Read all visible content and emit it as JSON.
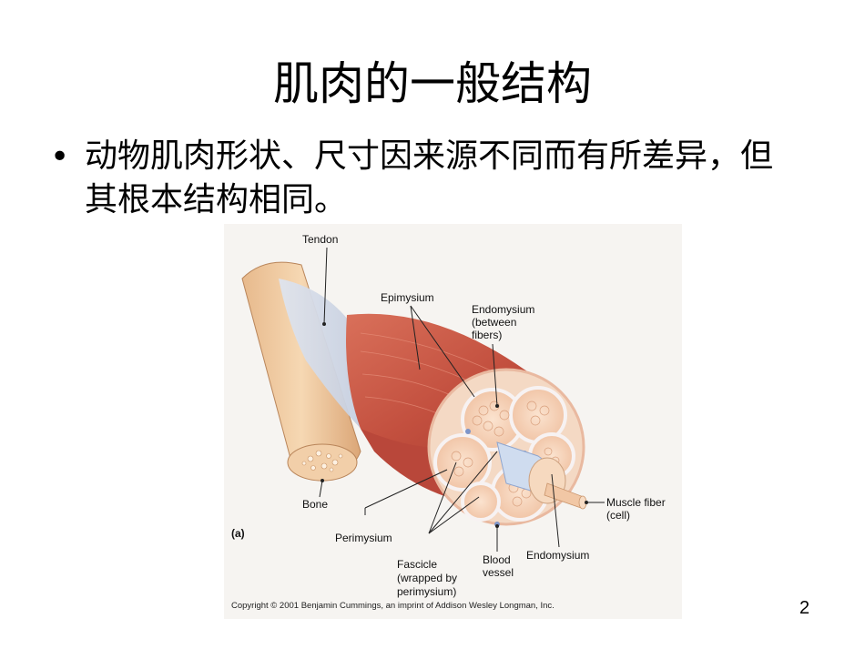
{
  "slide": {
    "title": "肌肉的一般结构",
    "bullet_marker": "•",
    "bullet_text": "动物肌肉形状、尺寸因来源不同而有所差异，但其根本结构相同。",
    "page_number": "2"
  },
  "figure": {
    "panel_label": "(a)",
    "labels": {
      "tendon": "Tendon",
      "epimysium": "Epimysium",
      "endomysium_top_1": "Endomysium",
      "endomysium_top_2": "(between",
      "endomysium_top_3": "fibers)",
      "bone": "Bone",
      "muscle_fiber_1": "Muscle fiber",
      "muscle_fiber_2": "(cell)",
      "perimysium": "Perimysium",
      "fascicle_1": "Fascicle",
      "fascicle_2": "(wrapped by",
      "fascicle_3": "perimysium)",
      "blood_vessel_1": "Blood",
      "blood_vessel_2": "vessel",
      "endomysium_bottom": "Endomysium"
    },
    "copyright": "Copyright © 2001 Benjamin Cummings, an imprint of Addison Wesley Longman, Inc."
  }
}
